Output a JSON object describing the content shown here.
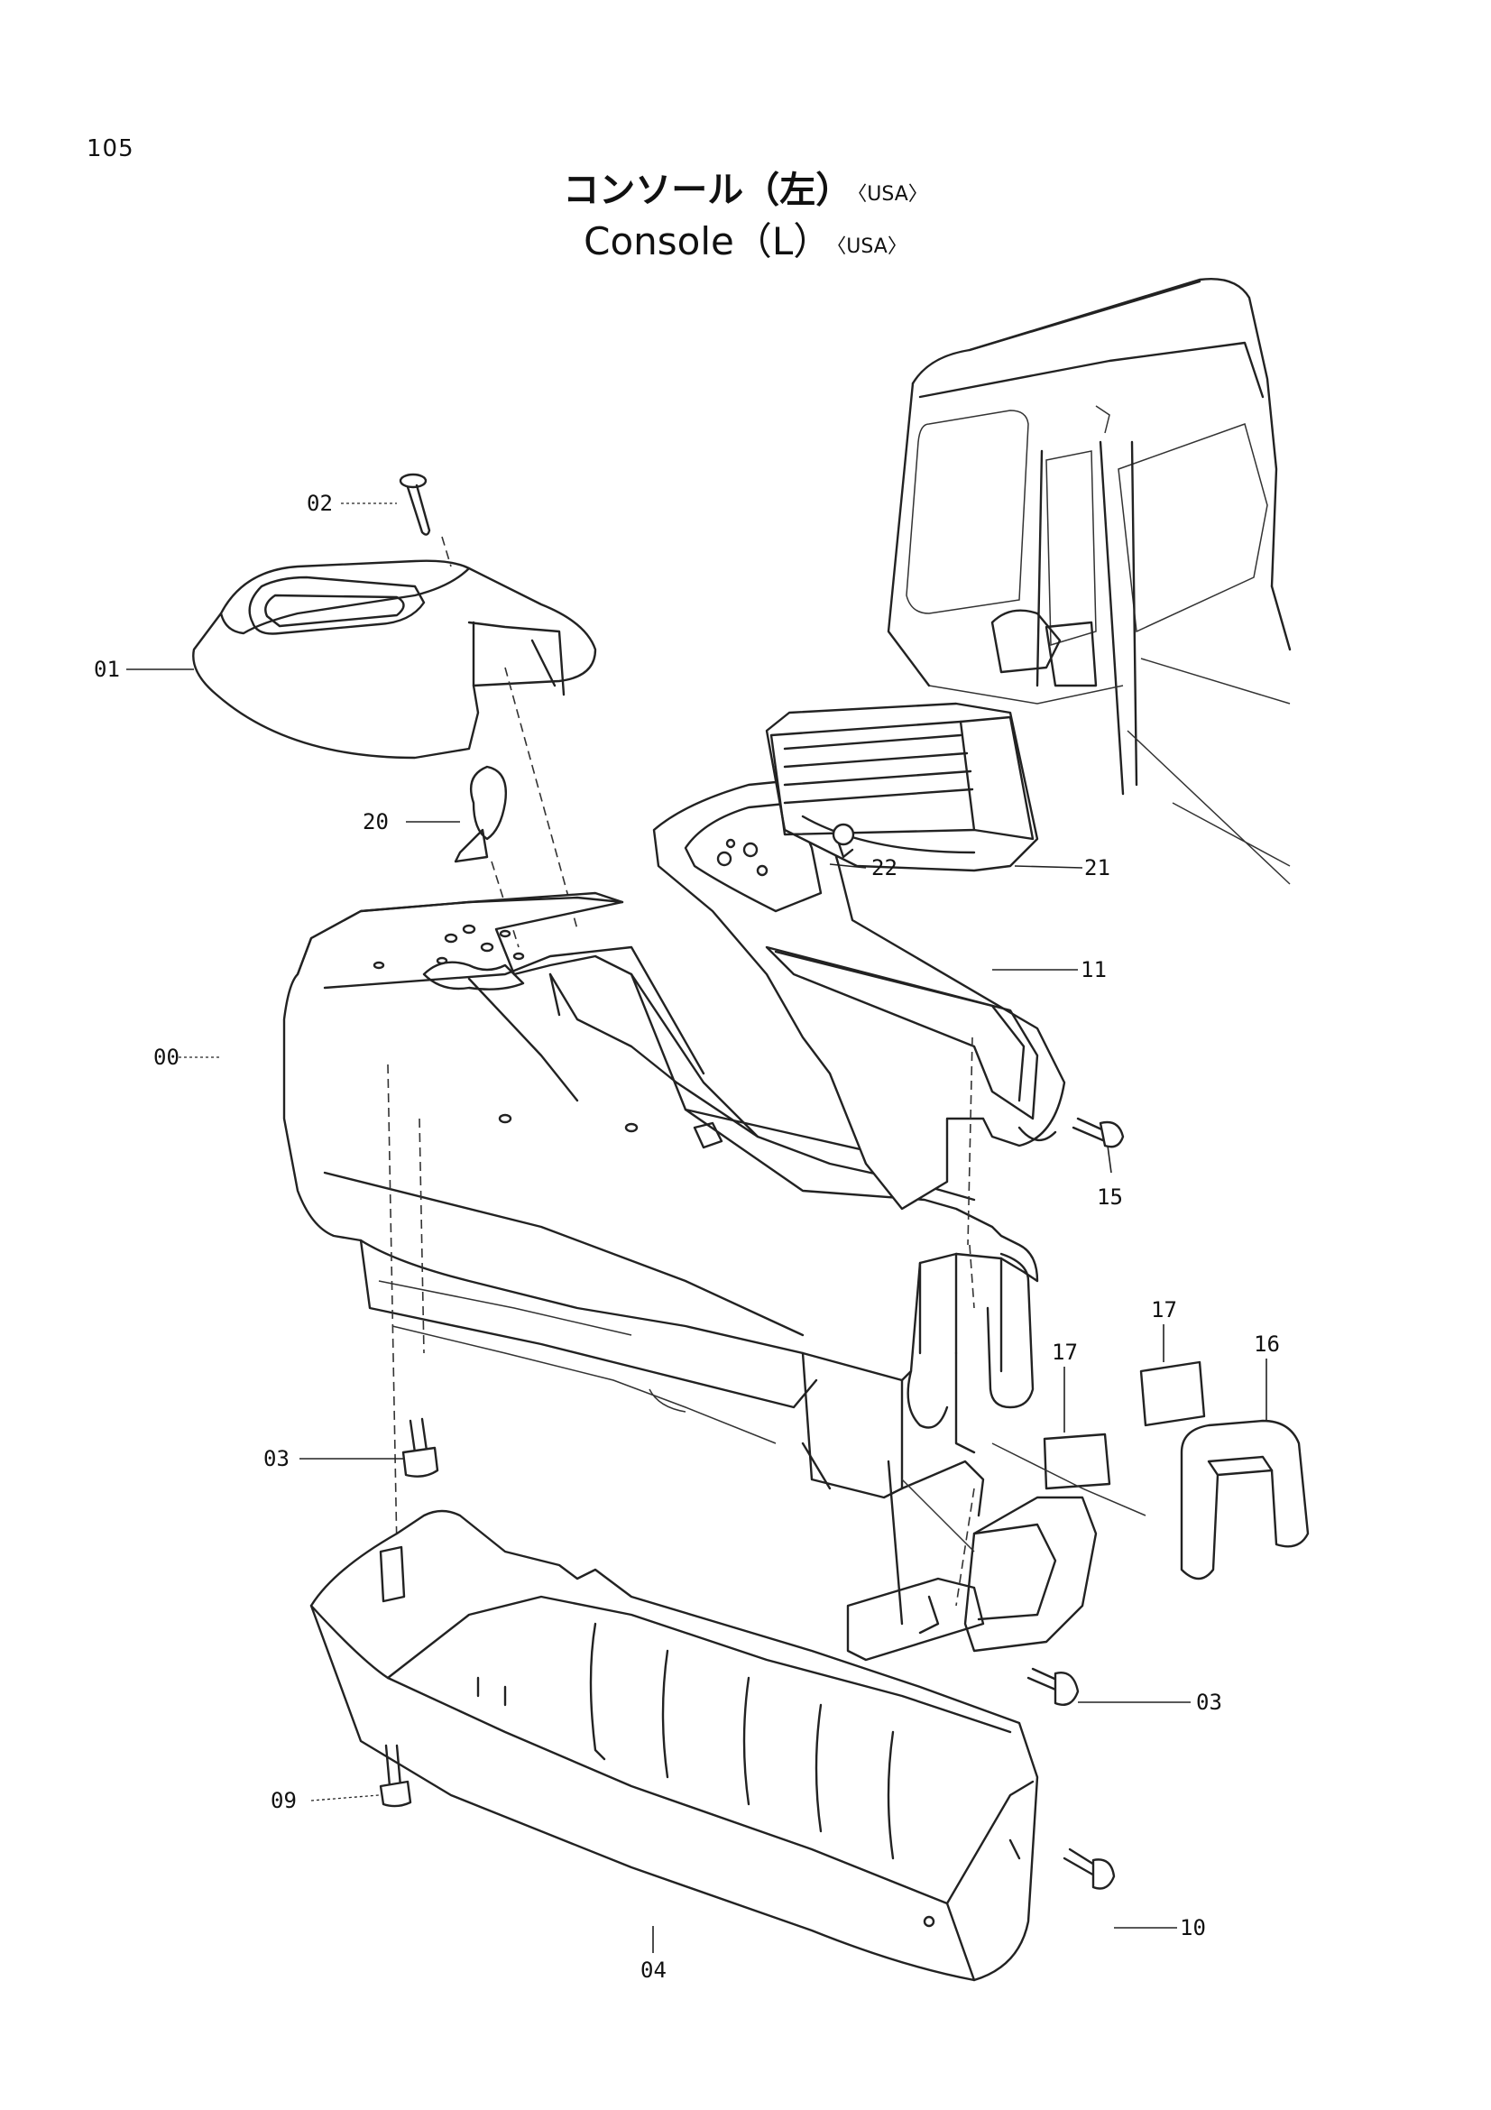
{
  "page": {
    "number": "105"
  },
  "title": {
    "japanese": "コンソール（左）",
    "english": "Console（L）",
    "region_tag": "〈USA〉"
  },
  "callouts": [
    {
      "id": "00",
      "label": "00"
    },
    {
      "id": "01",
      "label": "01"
    },
    {
      "id": "02",
      "label": "02"
    },
    {
      "id": "03a",
      "label": "03"
    },
    {
      "id": "03b",
      "label": "03"
    },
    {
      "id": "04",
      "label": "04"
    },
    {
      "id": "09",
      "label": "09"
    },
    {
      "id": "10",
      "label": "10"
    },
    {
      "id": "11",
      "label": "11"
    },
    {
      "id": "15",
      "label": "15"
    },
    {
      "id": "16",
      "label": "16"
    },
    {
      "id": "17a",
      "label": "17"
    },
    {
      "id": "17b",
      "label": "17"
    },
    {
      "id": "20",
      "label": "20"
    },
    {
      "id": "21",
      "label": "21"
    },
    {
      "id": "22",
      "label": "22"
    }
  ]
}
